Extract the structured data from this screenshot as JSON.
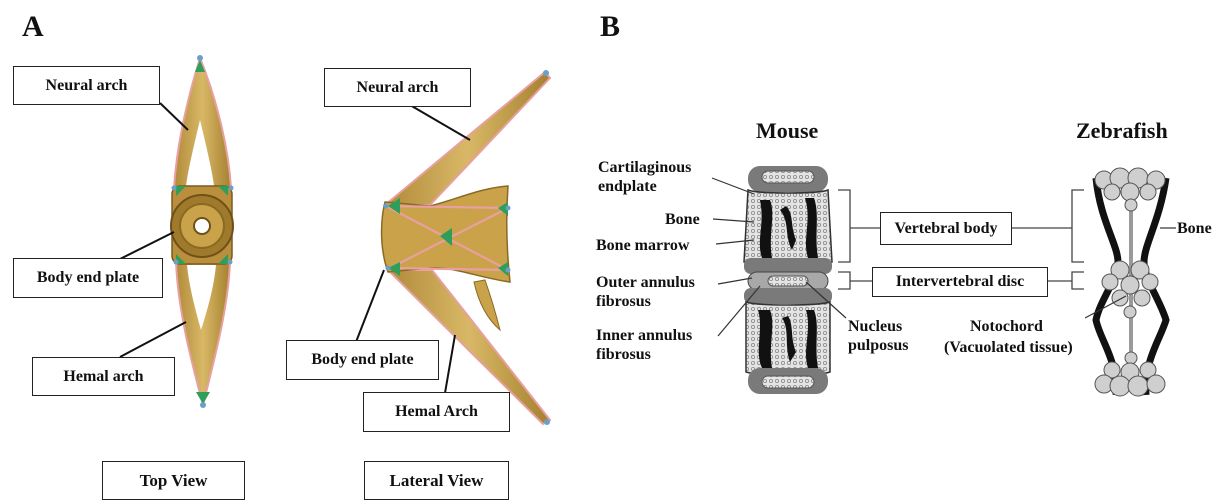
{
  "panel_a": {
    "letter": "A",
    "top_view": {
      "caption": "Top View",
      "labels": {
        "neural_arch": "Neural arch",
        "body_end_plate": "Body end plate",
        "hemal_arch": "Hemal arch"
      }
    },
    "lateral_view": {
      "caption": "Lateral View",
      "labels": {
        "neural_arch": "Neural arch",
        "body_end_plate": "Body end plate",
        "hemal_arch": "Hemal Arch"
      }
    }
  },
  "panel_b": {
    "letter": "B",
    "mouse": {
      "title": "Mouse",
      "labels": {
        "cartilaginous_endplate_1": "Cartilaginous",
        "cartilaginous_endplate_2": "endplate",
        "bone": "Bone",
        "bone_marrow": "Bone marrow",
        "outer_annulus_1": "Outer annulus",
        "outer_annulus_2": "fibrosus",
        "inner_annulus_1": "Inner annulus",
        "inner_annulus_2": "fibrosus",
        "nucleus_1": "Nucleus",
        "nucleus_2": "pulposus"
      }
    },
    "center": {
      "vertebral_body": "Vertebral body",
      "intervertebral_disc": "Intervertebral disc"
    },
    "zebrafish": {
      "title": "Zebrafish",
      "labels": {
        "bone": "Bone",
        "notochord_1": "Notochord",
        "notochord_2": "(Vacuolated tissue)"
      }
    }
  },
  "colors": {
    "bone_tan": "#c9a24a",
    "bone_dark": "#8a6a22",
    "outline_pink": "#e8a0a0",
    "marker_green": "#2e9e5a",
    "gray_light": "#cfcfcf",
    "gray_mid": "#9a9a9a",
    "gray_dark": "#555555"
  }
}
